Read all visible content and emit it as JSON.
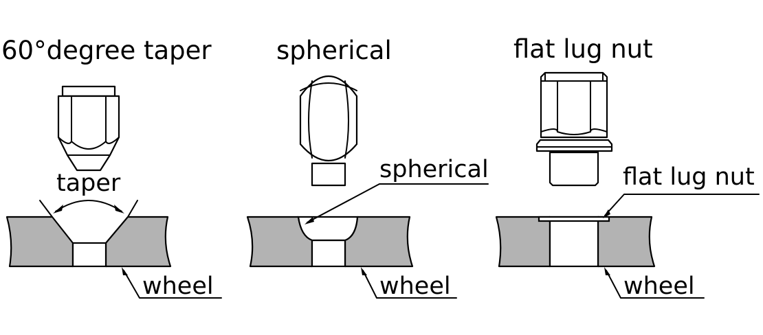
{
  "diagram": {
    "panels": [
      {
        "id": "taper",
        "title": "60°degree taper",
        "seat_label": "taper",
        "wheel_label": "wheel"
      },
      {
        "id": "spherical",
        "title": "spherical",
        "seat_label": "spherical",
        "wheel_label": "wheel"
      },
      {
        "id": "flat",
        "title": "flat lug nut",
        "seat_label": "flat lug nut",
        "wheel_label": "wheel"
      }
    ]
  },
  "colors": {
    "wheel_fill": "#b3b3b3",
    "line": "#000000",
    "background": "#ffffff"
  }
}
